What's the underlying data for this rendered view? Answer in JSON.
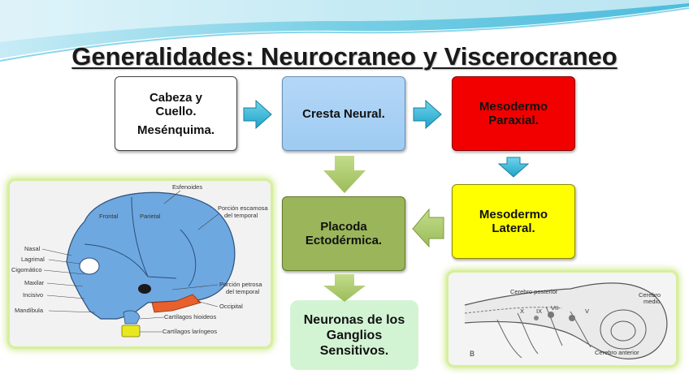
{
  "title": "Generalidades: Neurocraneo y Viscerocraneo",
  "boxes": {
    "cabeza": {
      "line1": "Cabeza y",
      "line2": "Cuello.",
      "line3": "Mesénquima."
    },
    "cresta": {
      "label": "Cresta Neural."
    },
    "paraxial": {
      "line1": "Mesodermo",
      "line2": "Paraxial."
    },
    "lateral": {
      "line1": "Mesodermo",
      "line2": "Lateral."
    },
    "placoda": {
      "line1": "Placoda",
      "line2": "Ectodérmica."
    },
    "neuronas": {
      "line1": "Neuronas de los",
      "line2": "Ganglios",
      "line3": "Sensitivos."
    }
  },
  "skull_labels": {
    "esfenoides": "Esfenoides",
    "frontal": "Frontal",
    "parietal": "Parietal",
    "escamosa1": "Porción escamosa",
    "escamosa2": "del temporal",
    "nasal": "Nasal",
    "lagrimal": "Lagrimal",
    "cigomatico": "Cigomático",
    "maxilar": "Maxilar",
    "incisivo": "Incisivo",
    "mandibula": "Mandíbula",
    "petrosa1": "Porción petrosa",
    "petrosa2": "del temporal",
    "occipital": "Occipital",
    "hioideos": "Cartílagos hioideos",
    "laringeos": "Cartílagos laríngeos"
  },
  "brain_labels": {
    "posterior": "Cerebro posterior",
    "medio1": "Cerebro",
    "medio2": "medio",
    "anterior": "Cerebro anterior",
    "x": "X",
    "ix": "IX",
    "vii": "VII",
    "v": "V",
    "b": "B"
  },
  "colors": {
    "wave": "#5fc6e0",
    "arrow_blue": "#38b8d8",
    "arrow_green": "#aac86a",
    "bone_blue": "#6ea8e0",
    "cartilage_orange": "#e8602c",
    "cartilage_yellow": "#e8e820"
  }
}
